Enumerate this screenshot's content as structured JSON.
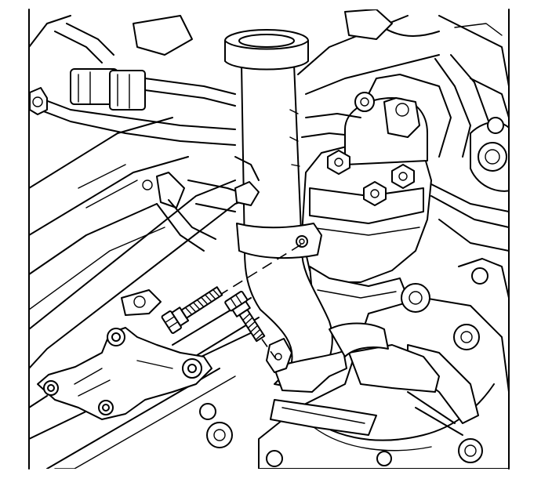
{
  "illustration": {
    "stroke_color": "#000000",
    "background_color": "#ffffff",
    "parts": [
      "thermostat-housing",
      "coolant-pipe",
      "pipe-clamp",
      "mounting-bolt-upper",
      "mounting-bolt-lower",
      "engine-block",
      "cylinder-head-bracket",
      "wiring-harness"
    ]
  }
}
